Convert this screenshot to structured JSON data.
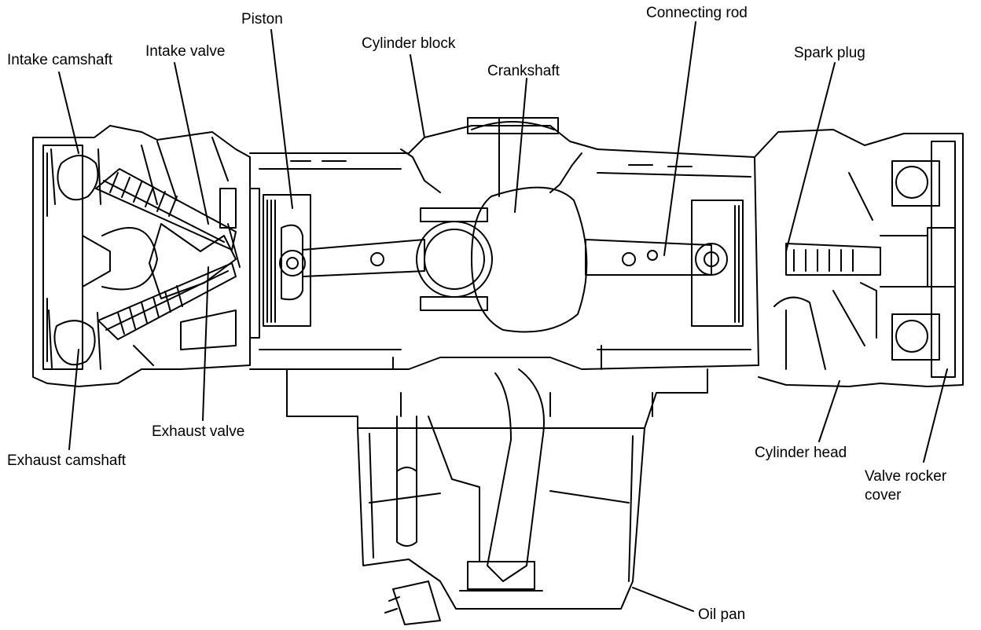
{
  "labels": {
    "intake_camshaft": "Intake camshaft",
    "intake_valve": "Intake valve",
    "piston": "Piston",
    "cylinder_block": "Cylinder block",
    "crankshaft": "Crankshaft",
    "connecting_rod": "Connecting rod",
    "spark_plug": "Spark plug",
    "exhaust_valve": "Exhaust valve",
    "exhaust_camshaft": "Exhaust camshaft",
    "cylinder_head": "Cylinder head",
    "valve_rocker_cover_line1": "Valve rocker",
    "valve_rocker_cover_line2": "cover",
    "oil_pan": "Oil pan"
  },
  "colors": {
    "ink": "#000000",
    "background": "#ffffff"
  }
}
